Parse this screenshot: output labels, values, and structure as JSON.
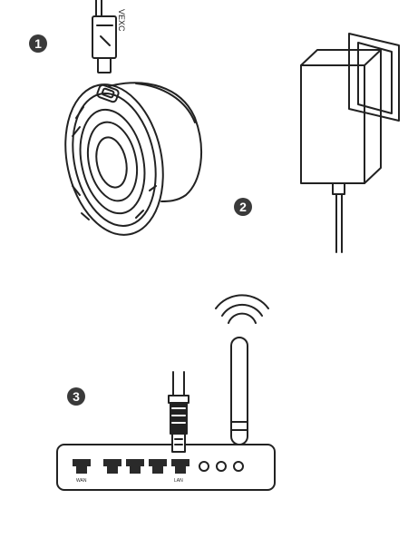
{
  "steps": [
    {
      "number": "1"
    },
    {
      "number": "2"
    },
    {
      "number": "3"
    }
  ],
  "cable": {
    "connector_text": "VEXC"
  },
  "router": {
    "port_wan_label": "WAN",
    "port_lan_label": "LAN"
  },
  "colors": {
    "line": "#222222",
    "badge": "#3a3a3a",
    "background": "#ffffff"
  }
}
